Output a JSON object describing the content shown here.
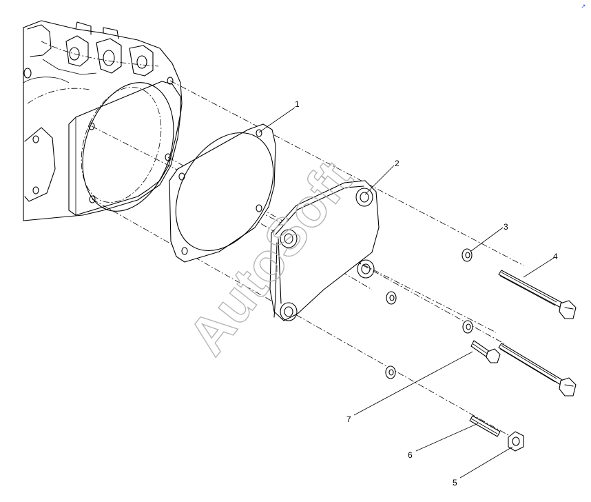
{
  "watermark": "AutoSoft",
  "callouts": [
    {
      "id": "callout-1",
      "label": "1"
    },
    {
      "id": "callout-2",
      "label": "2"
    },
    {
      "id": "callout-3",
      "label": "3"
    },
    {
      "id": "callout-4",
      "label": "4"
    },
    {
      "id": "callout-5",
      "label": "5"
    },
    {
      "id": "callout-6",
      "label": "6"
    },
    {
      "id": "callout-7",
      "label": "7"
    }
  ],
  "corner_mark": "↗"
}
